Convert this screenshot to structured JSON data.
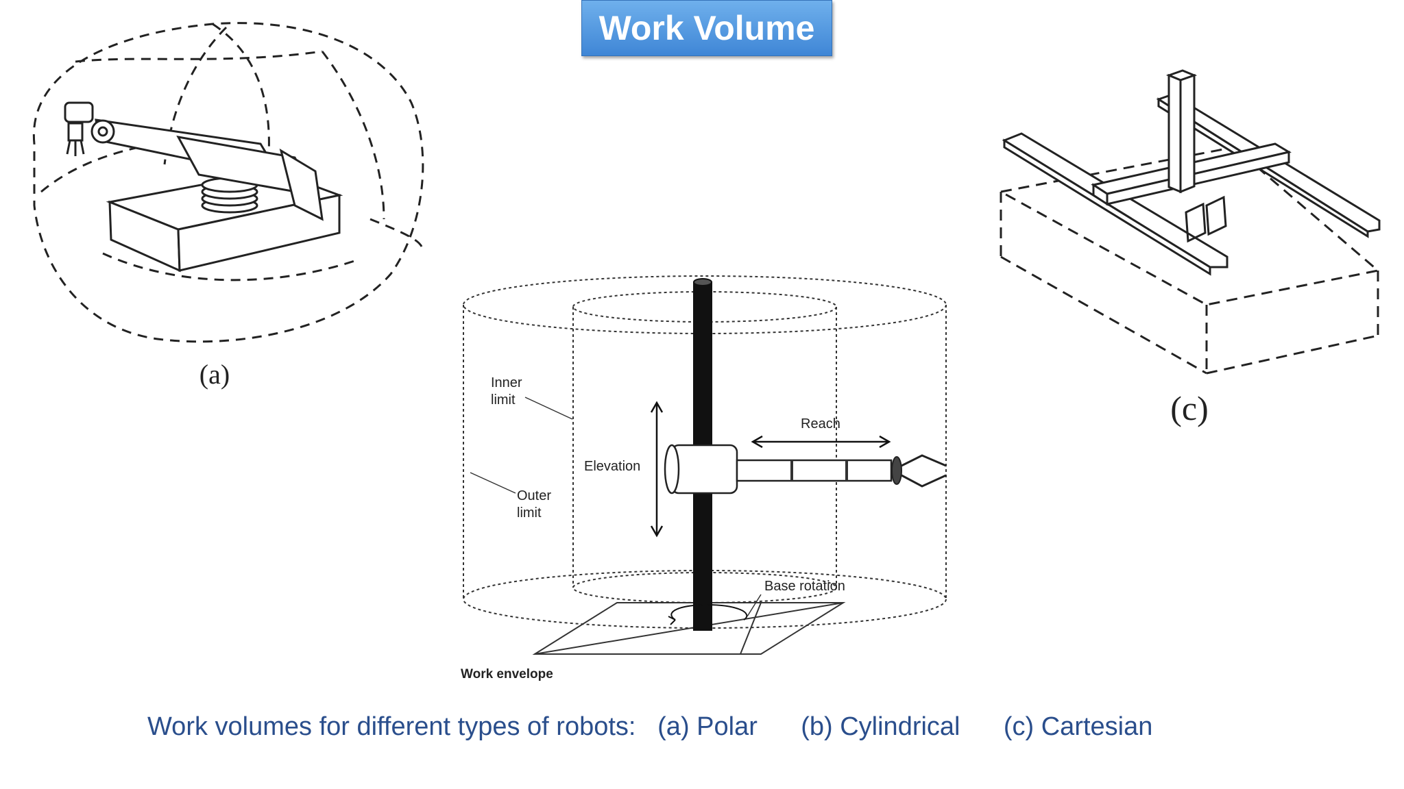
{
  "title": "Work Volume",
  "figures": {
    "polar": {
      "label": "(a)"
    },
    "cylindrical": {
      "inner_limit": [
        "Inner",
        "limit"
      ],
      "outer_limit": [
        "Outer",
        "limit"
      ],
      "elevation": "Elevation",
      "reach": "Reach",
      "base_rotation": "Base rotation",
      "work_envelope": "Work envelope"
    },
    "cartesian": {
      "label": "(c)"
    }
  },
  "caption": {
    "lead": "Work volumes for different types of robots:",
    "a": "(a) Polar",
    "b": "(b) Cylindrical",
    "c": "(c) Cartesian"
  }
}
